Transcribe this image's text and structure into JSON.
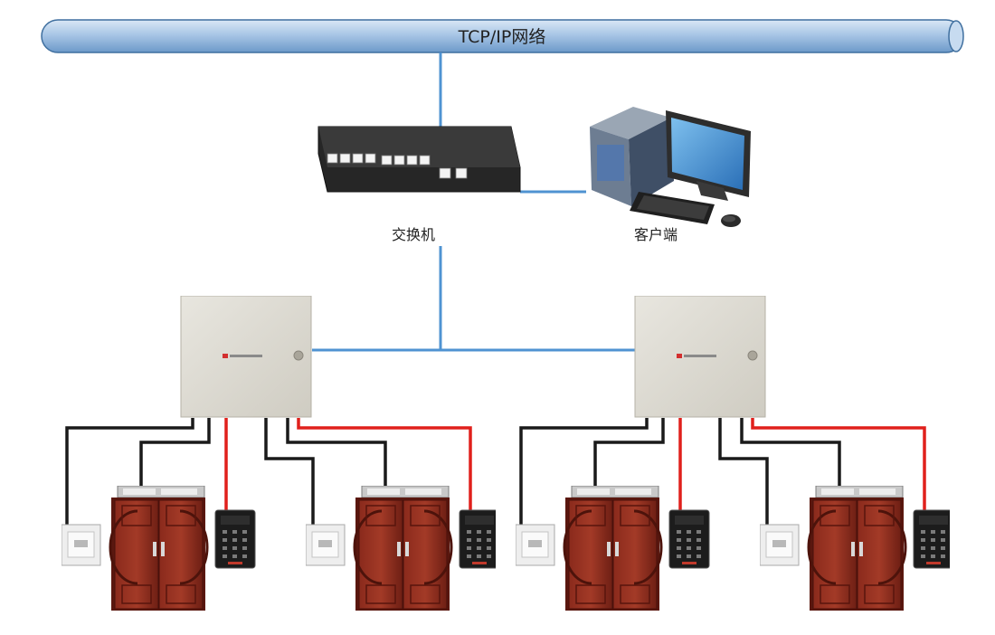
{
  "network": {
    "label": "TCP/IP网络"
  },
  "switch": {
    "label": "交换机"
  },
  "client": {
    "label": "客户端"
  },
  "colors": {
    "network_line": "#4f93d2",
    "power_wire": "#e0201c",
    "signal_wire": "#1a1a1a",
    "door": "#7b2418",
    "panel": "#dcdad2"
  }
}
